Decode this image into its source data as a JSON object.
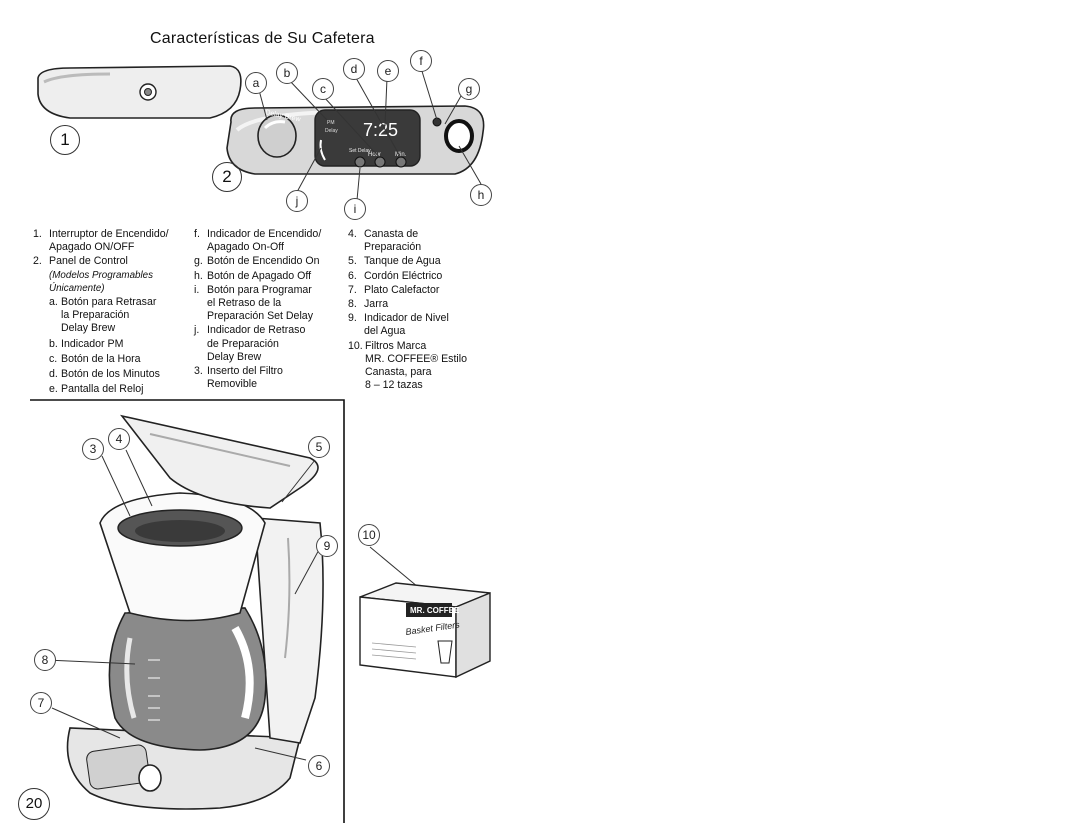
{
  "title": "Características de Su Cafetera",
  "figure1_label": "1",
  "figure2_label": "2",
  "panel": {
    "pm": "PM",
    "delay": "Delay",
    "clock": "7:25",
    "delay_brew": "Delay Brew",
    "set_delay": "Set Delay",
    "hour": "Hour",
    "min": "Min."
  },
  "callouts_panel": [
    "a",
    "b",
    "c",
    "d",
    "e",
    "f",
    "g",
    "h",
    "i",
    "j"
  ],
  "callouts_machine": [
    "3",
    "4",
    "5",
    "6",
    "7",
    "8",
    "9",
    "10"
  ],
  "carton": {
    "brand": "MR. COFFEE",
    "product": "Basket Filters"
  },
  "legend": {
    "col1": [
      {
        "num": "1.",
        "text": "Interruptor de Encendido/",
        "text2": "Apagado ON/OFF"
      },
      {
        "num": "2.",
        "text": "Panel de Control",
        "italic1": "(Modelos Programables",
        "italic2": "Únicamente)"
      }
    ],
    "col1_sub": [
      {
        "num": "a.",
        "text": "Botón para Retrasar",
        "text2": "la Preparación",
        "text3": "Delay Brew"
      },
      {
        "num": "b.",
        "text": "Indicador PM"
      },
      {
        "num": "c.",
        "text": "Botón de la Hora"
      },
      {
        "num": "d.",
        "text": "Botón de los Minutos"
      },
      {
        "num": "e.",
        "text": "Pantalla del Reloj"
      }
    ],
    "col2": [
      {
        "num": "f.",
        "text": "Indicador de Encendido/",
        "text2": "Apagado On-Off"
      },
      {
        "num": "g.",
        "text": "Botón de Encendido On"
      },
      {
        "num": "h.",
        "text": "Botón de Apagado Off"
      },
      {
        "num": "i.",
        "text": "Botón para Programar",
        "text2": "el Retraso de la",
        "text3": "Preparación Set Delay"
      },
      {
        "num": "j.",
        "text": "Indicador de Retraso",
        "text2": "de Preparación",
        "text3": "Delay Brew"
      },
      {
        "num": "3.",
        "text": "Inserto del Filtro",
        "text2": "Removible"
      }
    ],
    "col3": [
      {
        "num": "4.",
        "text": "Canasta de",
        "text2": "Preparación"
      },
      {
        "num": "5.",
        "text": "Tanque de Agua"
      },
      {
        "num": "6.",
        "text": "Cordón Eléctrico"
      },
      {
        "num": "7.",
        "text": "Plato Calefactor"
      },
      {
        "num": "8.",
        "text": "Jarra"
      },
      {
        "num": "9.",
        "text": "Indicador de Nivel",
        "text2": "del Agua"
      },
      {
        "num": "10.",
        "text": "Filtros Marca",
        "text2": "MR. COFFEE® Estilo",
        "text3": "Canasta, para",
        "text4": "8 – 12 tazas"
      }
    ]
  },
  "page_number": "20"
}
